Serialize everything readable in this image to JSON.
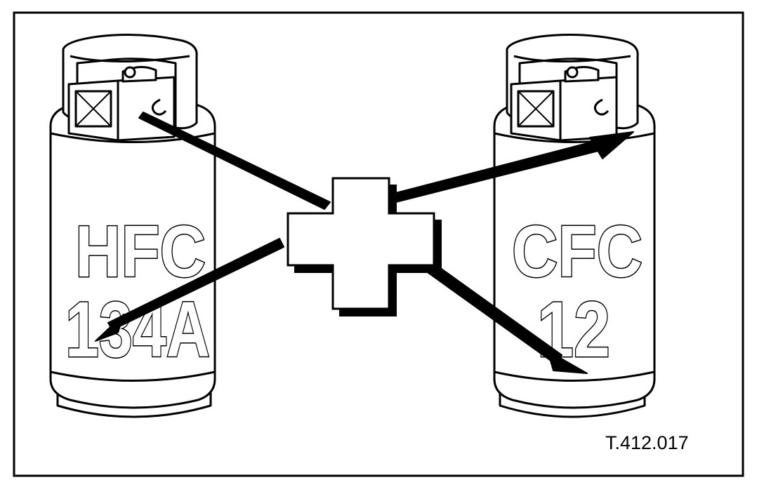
{
  "figure": {
    "left_cylinder": {
      "line1": "HFC",
      "line2": "134A"
    },
    "right_cylinder": {
      "line1": "CFC",
      "line2": "12"
    },
    "figure_code": "T.412.017",
    "center_symbol": "plus-sign",
    "colors": {
      "ink": "#000000",
      "paper": "#ffffff"
    }
  }
}
